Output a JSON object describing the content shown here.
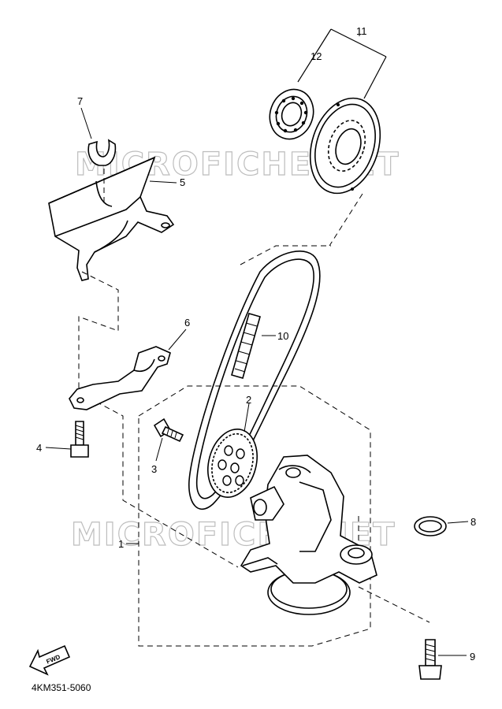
{
  "watermarks": [
    "MICROFICHE.NET",
    "MICROFICHE.NET"
  ],
  "diagram_code": "4KM351-5060",
  "fwd_label": "FWD",
  "callouts": [
    "1",
    "2",
    "3",
    "4",
    "5",
    "6",
    "7",
    "8",
    "9",
    "10",
    "11",
    "12"
  ]
}
